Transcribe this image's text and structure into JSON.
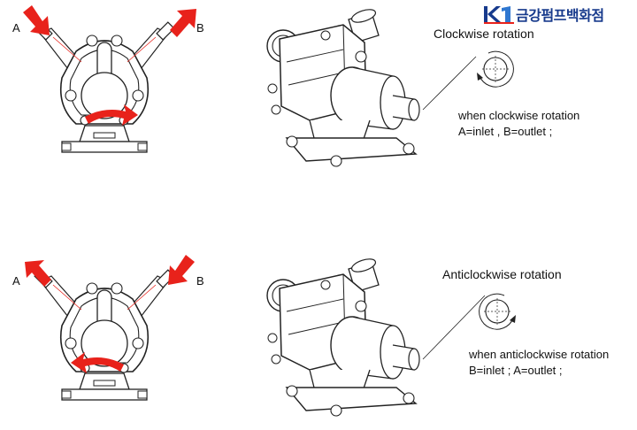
{
  "brand": {
    "text": "금강펌프백화점",
    "logo_letters": "KI",
    "color": "#173a8c"
  },
  "top": {
    "port_left": "A",
    "port_right": "B",
    "rotation_title": "Clockwise rotation",
    "desc_line1": "when clockwise rotation",
    "desc_line2": "A=inlet , B=outlet ;",
    "flow": "left-in, right-out"
  },
  "bottom": {
    "port_left": "A",
    "port_right": "B",
    "rotation_title": "Anticlockwise rotation",
    "desc_line1": "when anticlockwise rotation",
    "desc_line2": "B=inlet ; A=outlet ;",
    "flow": "right-in, left-out"
  },
  "colors": {
    "arrow": "#e8221b",
    "line": "#222222",
    "brand": "#173a8c"
  },
  "icons": [
    "flow-arrow-icon",
    "rotation-arrow-icon",
    "rotation-symbol-icon"
  ]
}
